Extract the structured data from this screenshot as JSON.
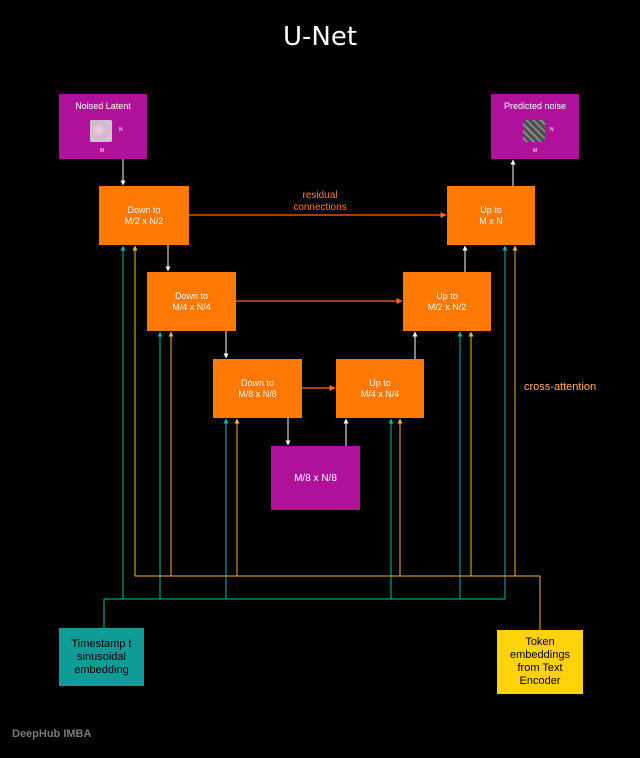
{
  "title": "U-Net",
  "input_block": {
    "title": "Noised Latent",
    "dim_n": "N",
    "dim_m": "M"
  },
  "output_block": {
    "title": "Predicted noise",
    "dim_n": "N",
    "dim_m": "M"
  },
  "encoder": [
    {
      "label": "Down to\nM/2 x N/2"
    },
    {
      "label": "Down to\nM/4 x N/4"
    },
    {
      "label": "Down to\nM/8 x N/8"
    }
  ],
  "bottleneck": {
    "label": "M/8 x N/8"
  },
  "decoder": [
    {
      "label": "Up to\nM/4 x N/4"
    },
    {
      "label": "Up to\nM/2 x N/2"
    },
    {
      "label": "Up to\nM x N"
    }
  ],
  "residual_label": "residual\nconnections",
  "cross_attention_label": "cross-attention",
  "timestamp_block": {
    "label": "Timestamp t\nsinusoidal\nembedding"
  },
  "token_block": {
    "label": "Token\nembeddings\nfrom Text\nEncoder"
  },
  "brand": "DeepHub IMBA",
  "colors": {
    "block": "#ff7a05",
    "io_block": "#b0119a",
    "timestamp": "#0f9c98",
    "token": "#ffd20a",
    "residual_arrow": "#ff6a1a",
    "timestamp_line": "#16b3a9",
    "token_line": "#f2b33a",
    "flow_arrow": "#ffffff"
  }
}
